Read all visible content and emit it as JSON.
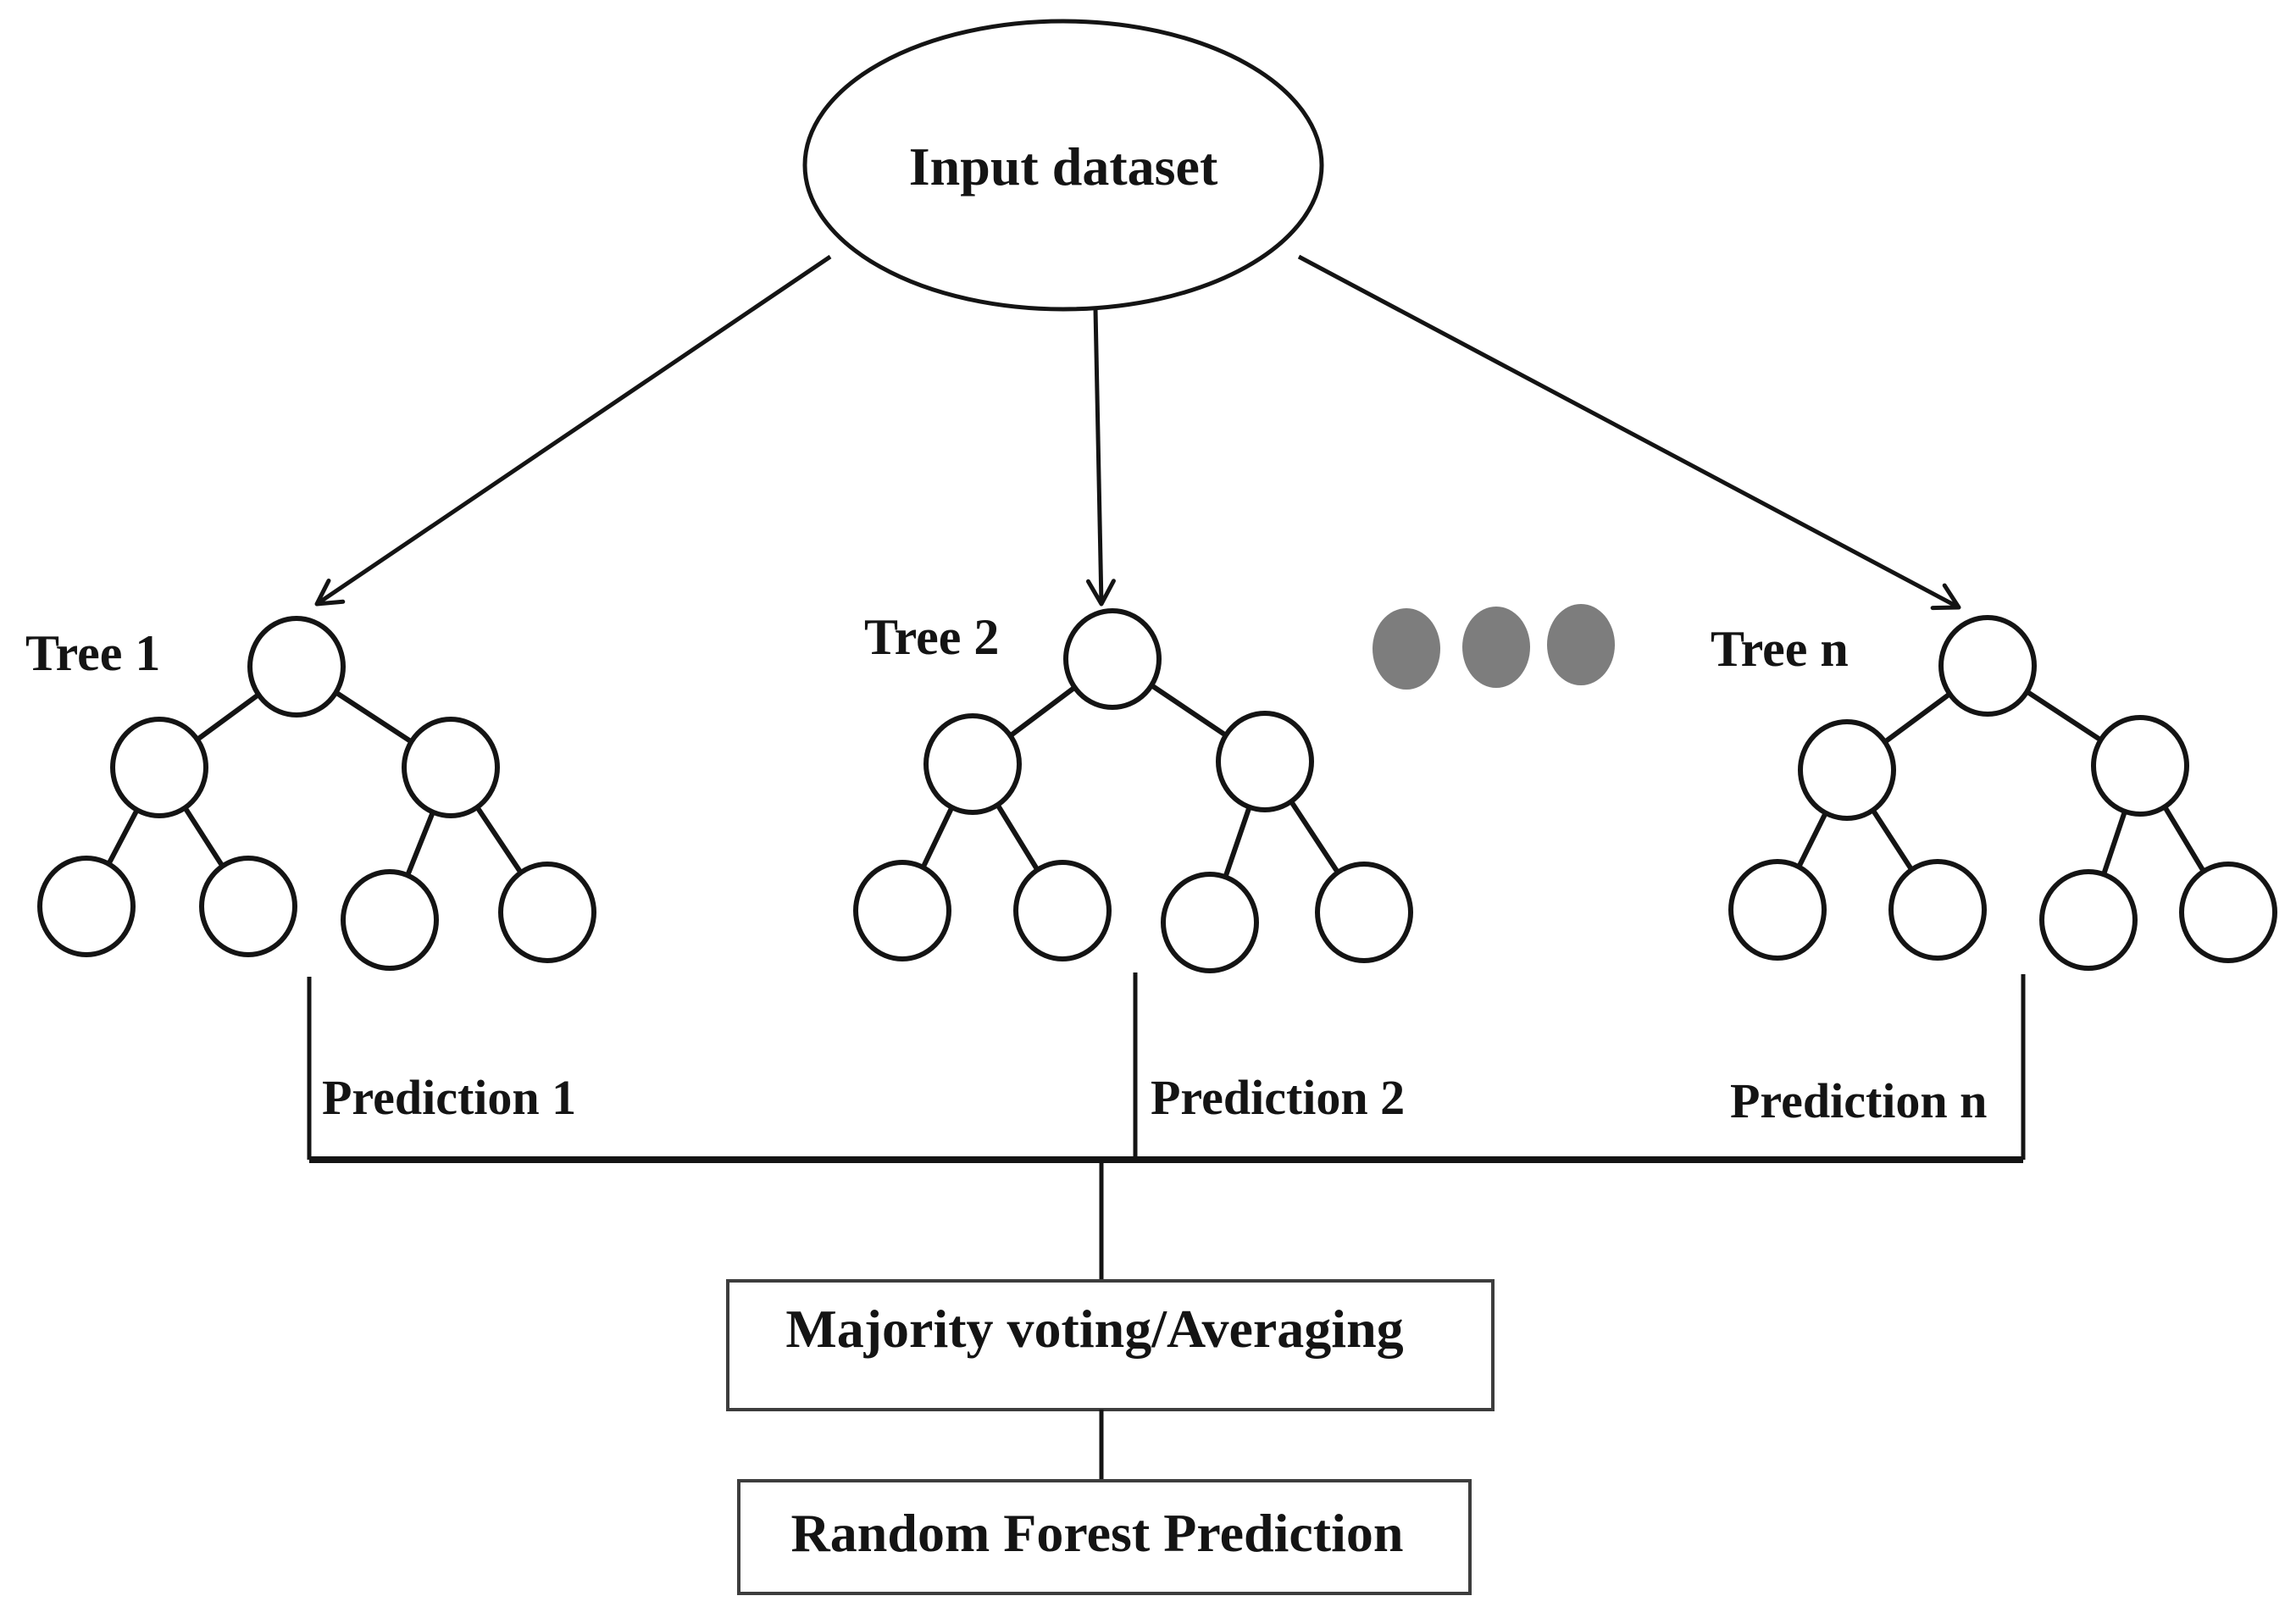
{
  "figure": {
    "description": "Random forest prediction flow diagram",
    "input_node": {
      "label": "Input dataset"
    },
    "trees": [
      {
        "label": "Tree 1"
      },
      {
        "label": "Tree 2"
      },
      {
        "label": "Tree n"
      }
    ],
    "ellipsis_dots": {
      "count": 3
    },
    "predictions": [
      {
        "label": "Prediction 1"
      },
      {
        "label": "Prediction 2"
      },
      {
        "label": "Prediction n"
      }
    ],
    "aggregation_box": {
      "label": "Majority voting/Averaging"
    },
    "output_box": {
      "label": "Random Forest Prediction"
    }
  },
  "colors": {
    "background": "#ffffff",
    "line": "#141414",
    "text": "#141414",
    "node_fill": "#ffffff",
    "dot": "#7d7d7d",
    "box_border": "#3d3d3d",
    "box_fill": "#ffffff"
  }
}
